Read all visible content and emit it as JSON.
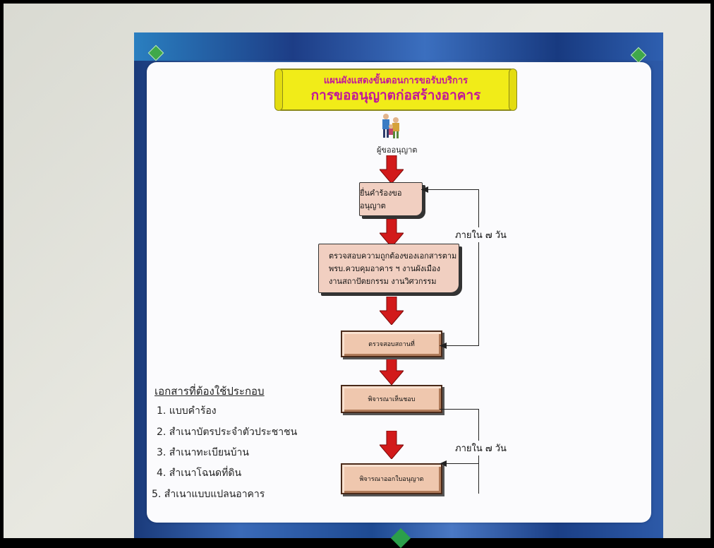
{
  "banner": {
    "line1": "แผนผังแสดงขั้นตอนการขอรับบริการ",
    "line2": "การขออนุญาตก่อสร้างอาคาร"
  },
  "flow": {
    "applicant": "ผู้ขออนุญาต",
    "step1": "ยื่นคำร้องขออนุญาต",
    "step2_lines": [
      "ตรวจสอบความถูกต้องของเอกสารตาม",
      "พรบ.ควบคุมอาคาร ฯ งานผังเมือง",
      "งานสถาปัตยกรรม งานวิศวกรรม"
    ],
    "step3": "ตรวจสอบสถานที่",
    "step4": "พิจารณาเห็นชอบ",
    "step5": "พิจารณาออกใบอนุญาต",
    "period1": "ภายใน ๗ วัน",
    "period2": "ภายใน ๗ วัน"
  },
  "documents": {
    "title": "เอกสารที่ต้องใช้ประกอบ",
    "items": [
      "1. แบบคำร้อง",
      "2. สำเนาบัตรประจำตัวประชาชน",
      "3. สำเนาทะเบียนบ้าน",
      "4. สำเนาโฉนดที่ดิน",
      "5. สำเนาแบบแปลนอาคาร"
    ]
  },
  "colors": {
    "banner_bg": "#f1ec18",
    "banner_text": "#c2179a",
    "arrow": "#d21a1a",
    "box_fill": "#efc7ae",
    "frame_blue": "#1e4a92"
  }
}
